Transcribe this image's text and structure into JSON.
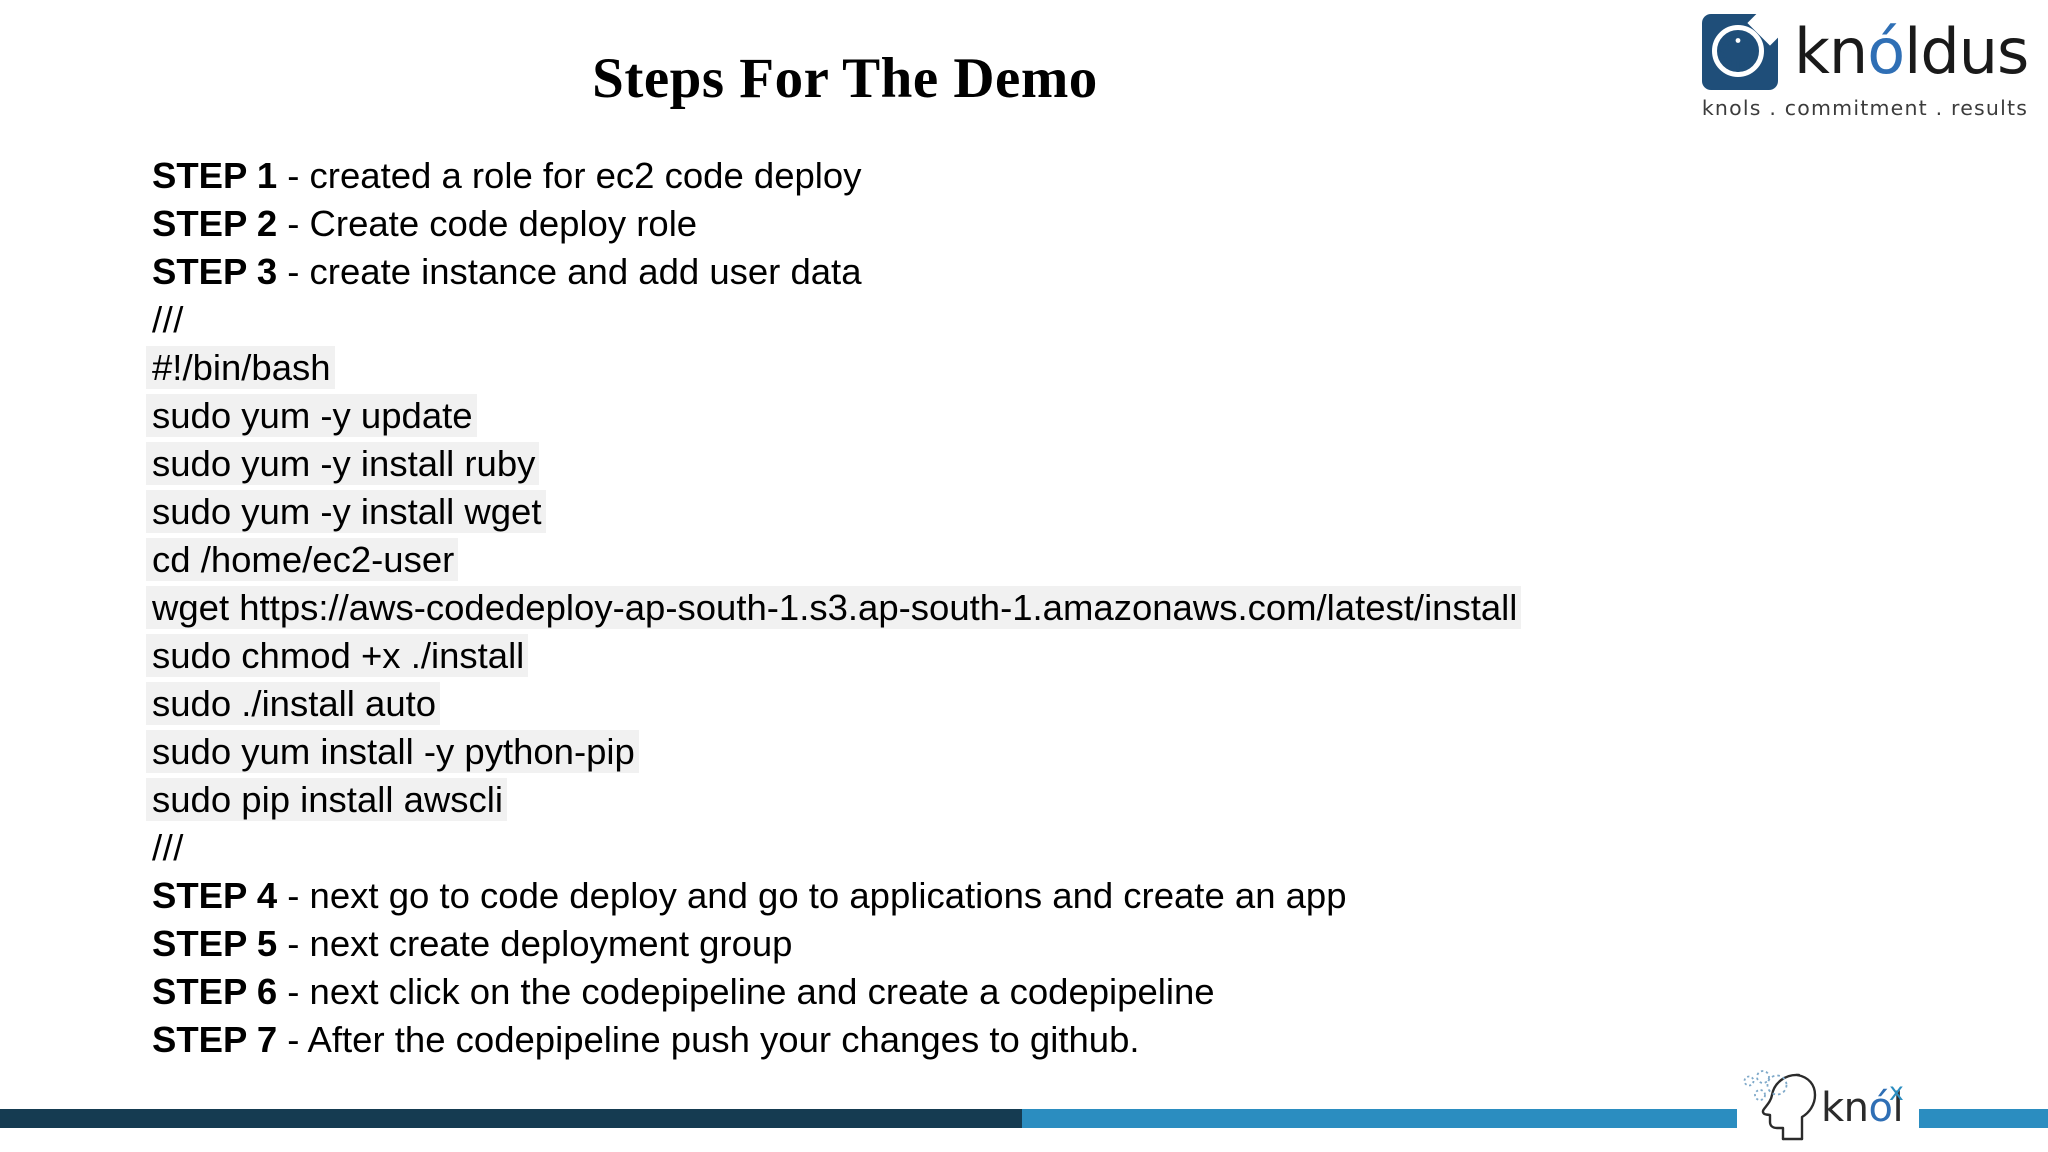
{
  "slide": {
    "title": "Steps For The Demo"
  },
  "brand": {
    "name": "knóldus",
    "name_before": "kn",
    "name_accent": "ó",
    "name_after": "ldus",
    "tagline": "knols . commitment . results",
    "mark_icon": "knoldus-maple-leaf-badge-icon",
    "primary_color": "#1f4e79",
    "accent_color": "#2f6fb5"
  },
  "footer": {
    "bar_dark_color": "#153b51",
    "bar_blue_color": "#2b8dc0",
    "logo": {
      "name_before": "kn",
      "name_accent": "ó",
      "name_after": "l",
      "superscript": "x",
      "head_icon": "thinking-head-profile-icon"
    }
  },
  "body": {
    "lines": [
      {
        "type": "step",
        "label": "STEP 1",
        "text": " - created a role for ec2 code deploy"
      },
      {
        "type": "step",
        "label": "STEP 2",
        "text": " - Create code deploy role"
      },
      {
        "type": "step",
        "label": "STEP 3",
        "text": " - create instance and add user data"
      },
      {
        "type": "plain",
        "text": "///"
      },
      {
        "type": "code",
        "text": "#!/bin/bash"
      },
      {
        "type": "code",
        "text": "sudo yum -y update"
      },
      {
        "type": "code",
        "text": "sudo yum -y install ruby"
      },
      {
        "type": "code",
        "text": "sudo yum -y install wget"
      },
      {
        "type": "code",
        "text": "cd /home/ec2-user"
      },
      {
        "type": "code",
        "text": "wget https://aws-codedeploy-ap-south-1.s3.ap-south-1.amazonaws.com/latest/install"
      },
      {
        "type": "code",
        "text": "sudo chmod +x ./install"
      },
      {
        "type": "code",
        "text": "sudo ./install auto"
      },
      {
        "type": "code",
        "text": "sudo yum install -y python-pip"
      },
      {
        "type": "code",
        "text": "sudo pip install awscli"
      },
      {
        "type": "plain",
        "text": "///"
      },
      {
        "type": "step",
        "label": "STEP 4",
        "text": " - next go to code deploy and go to applications and create an app"
      },
      {
        "type": "step",
        "label": "STEP 5",
        "text": " - next create deployment group"
      },
      {
        "type": "step",
        "label": "STEP 6",
        "text": " - next click on the codepipeline and create a codepipeline"
      },
      {
        "type": "step",
        "label": "STEP 7",
        "text": " - After the codepipeline push your changes to github."
      }
    ]
  }
}
